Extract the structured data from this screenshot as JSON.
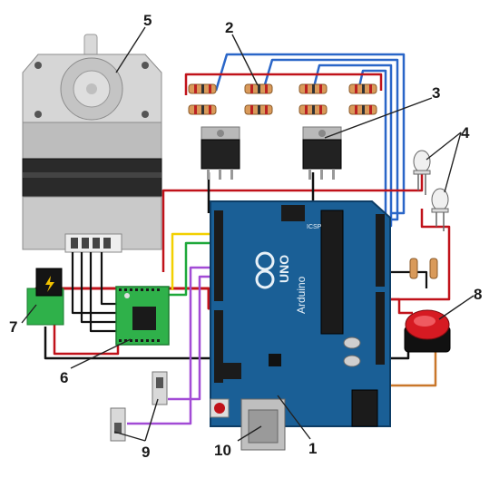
{
  "callouts": {
    "arduino": "1",
    "resistors": "2",
    "transistors": "3",
    "leds": "4",
    "motor": "5",
    "driver": "6",
    "power_jack": "7",
    "push_button": "8",
    "switches": "9",
    "usb": "10"
  },
  "board": {
    "logo": "UNO",
    "brand": "Arduino",
    "icsp": "ICSP"
  },
  "colors": {
    "board": "#1a5f96",
    "driver": "#2fb14a",
    "button": "#d61a22",
    "wire_red": "#c0121a",
    "wire_blue": "#2a66c8",
    "wire_yellow": "#f2d000",
    "wire_green": "#1ea83a",
    "wire_purple": "#a24bd6",
    "wire_orange": "#c9772a",
    "wire_black": "#111111"
  },
  "icons": [
    "stepper-motor-icon",
    "resistor-icon",
    "transistor-icon",
    "led-icon",
    "push-button-icon",
    "slide-switch-icon",
    "power-jack-icon",
    "usb-connector-icon"
  ]
}
